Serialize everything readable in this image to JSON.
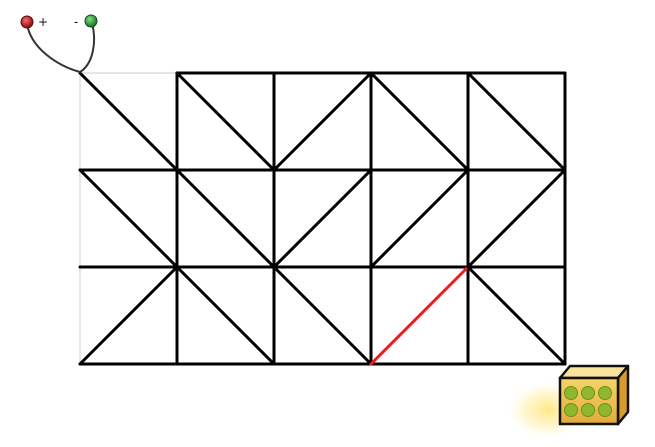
{
  "colors": {
    "background": "#ffffff",
    "grid_guide": "#cccccc",
    "segment": "#000000",
    "segment_active": "#e8201c",
    "terminal_positive": "#b81c1c",
    "terminal_negative": "#2ea043",
    "wire": "#333333",
    "bulb_body": "#f2c744",
    "bulb_glow": "#ffe680",
    "bulb_cell": "#8fb82e"
  },
  "terminals": {
    "positive_label": "+",
    "negative_label": "-"
  },
  "icons": {
    "battery": "battery-terminals-icon",
    "goal": "lit-bulb-box-icon"
  },
  "puzzle": {
    "cols": 5,
    "rows": 3,
    "horizontal_segments": [
      {
        "r": 0,
        "c": 0,
        "visible": false
      },
      {
        "r": 0,
        "c": 1,
        "visible": true
      },
      {
        "r": 0,
        "c": 2,
        "visible": true
      },
      {
        "r": 0,
        "c": 3,
        "visible": true
      },
      {
        "r": 0,
        "c": 4,
        "visible": true
      },
      {
        "r": 1,
        "c": 0,
        "visible": true
      },
      {
        "r": 1,
        "c": 1,
        "visible": true
      },
      {
        "r": 1,
        "c": 2,
        "visible": true
      },
      {
        "r": 1,
        "c": 3,
        "visible": true
      },
      {
        "r": 1,
        "c": 4,
        "visible": true
      },
      {
        "r": 2,
        "c": 0,
        "visible": true
      },
      {
        "r": 2,
        "c": 1,
        "visible": true
      },
      {
        "r": 2,
        "c": 2,
        "visible": true
      },
      {
        "r": 2,
        "c": 3,
        "visible": true
      },
      {
        "r": 2,
        "c": 4,
        "visible": true
      },
      {
        "r": 3,
        "c": 0,
        "visible": true
      },
      {
        "r": 3,
        "c": 1,
        "visible": true
      },
      {
        "r": 3,
        "c": 2,
        "visible": true
      },
      {
        "r": 3,
        "c": 3,
        "visible": true
      },
      {
        "r": 3,
        "c": 4,
        "visible": true
      }
    ],
    "vertical_segments": [
      {
        "r": 0,
        "c": 0,
        "visible": false
      },
      {
        "r": 1,
        "c": 0,
        "visible": false
      },
      {
        "r": 2,
        "c": 0,
        "visible": false
      },
      {
        "r": 0,
        "c": 1,
        "visible": true
      },
      {
        "r": 1,
        "c": 1,
        "visible": true
      },
      {
        "r": 2,
        "c": 1,
        "visible": true
      },
      {
        "r": 0,
        "c": 2,
        "visible": true
      },
      {
        "r": 1,
        "c": 2,
        "visible": true
      },
      {
        "r": 2,
        "c": 2,
        "visible": true
      },
      {
        "r": 0,
        "c": 3,
        "visible": true
      },
      {
        "r": 1,
        "c": 3,
        "visible": true
      },
      {
        "r": 2,
        "c": 3,
        "visible": true
      },
      {
        "r": 0,
        "c": 4,
        "visible": true
      },
      {
        "r": 1,
        "c": 4,
        "visible": true
      },
      {
        "r": 2,
        "c": 4,
        "visible": true
      },
      {
        "r": 0,
        "c": 5,
        "visible": true
      },
      {
        "r": 1,
        "c": 5,
        "visible": true
      },
      {
        "r": 2,
        "c": 5,
        "visible": true
      }
    ],
    "diagonal_segments": [
      {
        "r": 0,
        "c": 0,
        "dir": "down",
        "active": false
      },
      {
        "r": 0,
        "c": 1,
        "dir": "down",
        "active": false
      },
      {
        "r": 0,
        "c": 2,
        "dir": "up",
        "active": false
      },
      {
        "r": 0,
        "c": 3,
        "dir": "down",
        "active": false
      },
      {
        "r": 0,
        "c": 4,
        "dir": "down",
        "active": false
      },
      {
        "r": 1,
        "c": 0,
        "dir": "down",
        "active": false
      },
      {
        "r": 1,
        "c": 1,
        "dir": "down",
        "active": false
      },
      {
        "r": 1,
        "c": 2,
        "dir": "up",
        "active": false
      },
      {
        "r": 1,
        "c": 3,
        "dir": "up",
        "active": false
      },
      {
        "r": 1,
        "c": 4,
        "dir": "up",
        "active": false
      },
      {
        "r": 2,
        "c": 0,
        "dir": "up",
        "active": false
      },
      {
        "r": 2,
        "c": 1,
        "dir": "down",
        "active": false
      },
      {
        "r": 2,
        "c": 2,
        "dir": "down",
        "active": false
      },
      {
        "r": 2,
        "c": 3,
        "dir": "up",
        "active": true
      },
      {
        "r": 2,
        "c": 4,
        "dir": "down",
        "active": false
      }
    ]
  }
}
